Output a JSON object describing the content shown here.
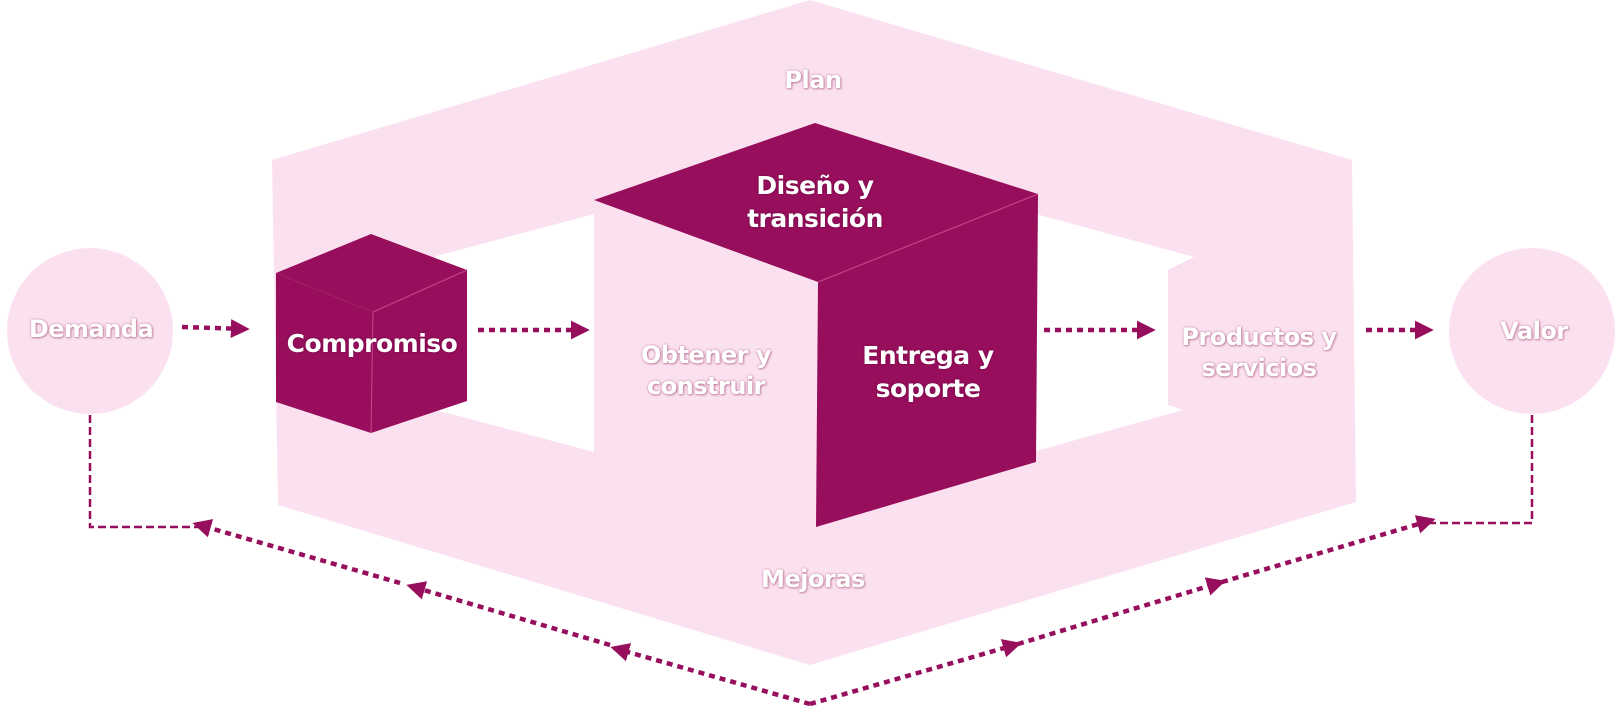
{
  "colors": {
    "light_pink": "#fbe1f0",
    "magenta": "#970e5d",
    "white": "#ffffff"
  },
  "nodes": {
    "plan": {
      "label": "Plan"
    },
    "demanda": {
      "label": "Demanda"
    },
    "compromiso": {
      "label": "Compromiso"
    },
    "diseno": {
      "line1": "Diseño y",
      "line2": "transición"
    },
    "obtener": {
      "line1": "Obtener y",
      "line2": "construir"
    },
    "entrega": {
      "line1": "Entrega y",
      "line2": "soporte"
    },
    "productos": {
      "line1": "Productos y",
      "line2": "servicios"
    },
    "valor": {
      "label": "Valor"
    },
    "mejoras": {
      "label": "Mejoras"
    }
  },
  "icons": {
    "flow_arrow": "arrow-right-icon",
    "feedback_arrow": "arrow-head-icon"
  }
}
